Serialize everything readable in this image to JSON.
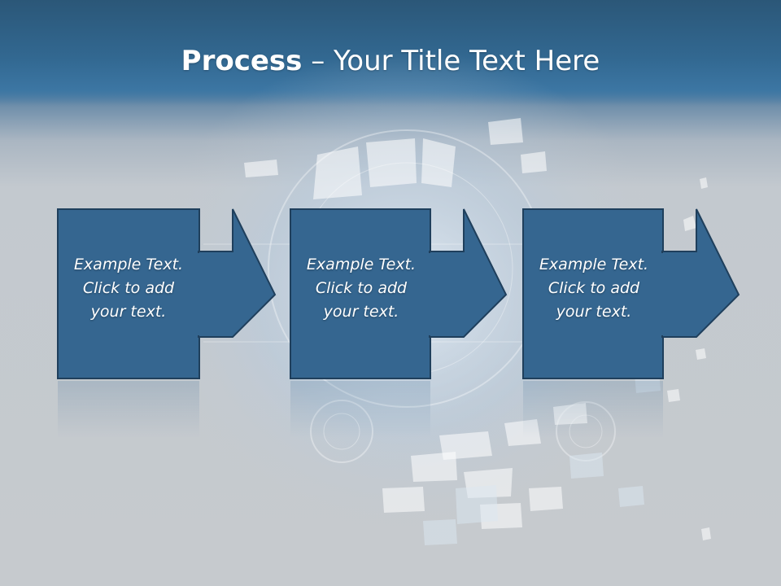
{
  "slide": {
    "title_bold": "Process",
    "title_dash": " – ",
    "title_rest": "Your Title Text Here"
  },
  "steps": [
    {
      "line1": "Example Text.",
      "line2": "Click  to add",
      "line3": "your text."
    },
    {
      "line1": "Example Text.",
      "line2": "Click  to add",
      "line3": "your text."
    },
    {
      "line1": "Example Text.",
      "line2": "Click  to add",
      "line3": "your text."
    }
  ],
  "colors": {
    "box_fill": "#356690",
    "box_stroke": "#1f3f5c",
    "title_text": "#ffffff",
    "header": "#326891"
  }
}
